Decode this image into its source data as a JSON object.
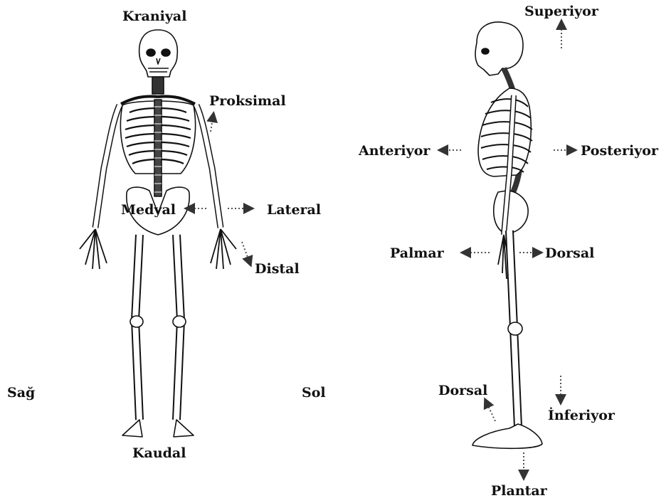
{
  "front_view": {
    "labels": {
      "kraniyal": "Kraniyal",
      "proksimal": "Proksimal",
      "medyal": "Medyal",
      "lateral": "Lateral",
      "distal": "Distal",
      "sag": "Sağ",
      "sol": "Sol",
      "kaudal": "Kaudal"
    }
  },
  "side_view": {
    "labels": {
      "superiyor": "Superiyor",
      "anteriyor": "Anteriyor",
      "posteriyor": "Posteriyor",
      "palmar": "Palmar",
      "dorsal_hand": "Dorsal",
      "dorsal_foot": "Dorsal",
      "inferiyor": "İnferiyor",
      "plantar": "Plantar"
    }
  },
  "colors": {
    "line": "#111111",
    "arrow": "#555555",
    "background": "#ffffff"
  }
}
